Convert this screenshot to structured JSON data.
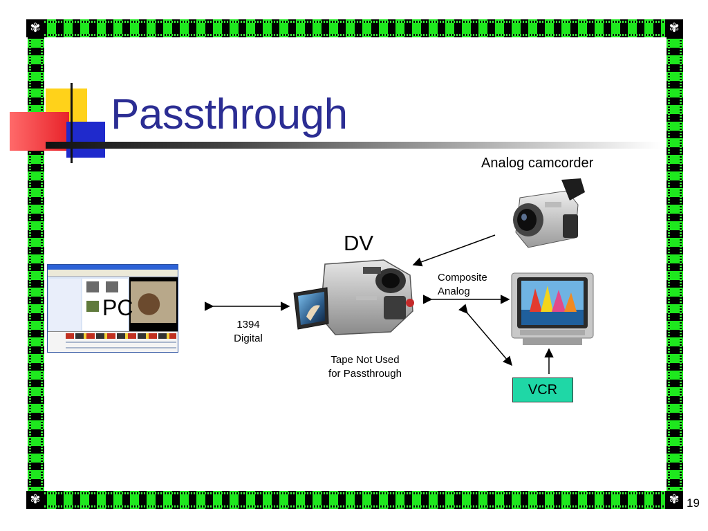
{
  "slide": {
    "title": "Passthrough",
    "page_number": "19"
  },
  "labels": {
    "analog_camcorder": "Analog camcorder",
    "dv": "DV",
    "pc": "PC",
    "link_1394_line1": "1394",
    "link_1394_line2": "Digital",
    "tape_line1": "Tape Not Used",
    "tape_line2": "for Passthrough",
    "composite_line1": "Composite",
    "composite_line2": "Analog",
    "vcr": "VCR"
  },
  "colors": {
    "title": "#2b2d93",
    "film_green": "#1ee81e",
    "vcr_box": "#1fd7a6"
  },
  "icons": {
    "corner": "film-reel-icon",
    "dv": "dv-camcorder-icon",
    "analog": "analog-camcorder-icon",
    "tv": "television-icon"
  }
}
